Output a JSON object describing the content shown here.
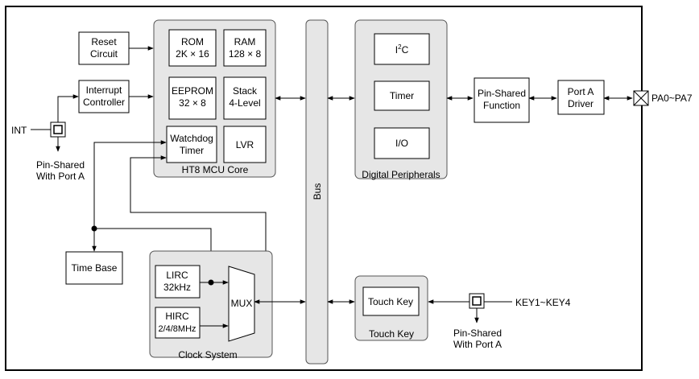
{
  "core": {
    "title": "HT8 MCU Core",
    "rom": [
      "ROM",
      "2K × 16"
    ],
    "ram": [
      "RAM",
      "128 × 8"
    ],
    "eeprom": [
      "EEPROM",
      "32 × 8"
    ],
    "stack": [
      "Stack",
      "4-Level"
    ],
    "watchdog": [
      "Watchdog",
      "Timer"
    ],
    "lvr": "LVR"
  },
  "reset": [
    "Reset",
    "Circuit"
  ],
  "interrupt": [
    "Interrupt",
    "Controller"
  ],
  "int_pin": "INT",
  "int_shared": [
    "Pin-Shared",
    "With Port A"
  ],
  "time_base": "Time Base",
  "clock": {
    "title": "Clock System",
    "lirc": [
      "LIRC",
      "32kHz"
    ],
    "hirc": [
      "HIRC",
      "2/4/8MHz"
    ],
    "mux": "MUX"
  },
  "bus": "Bus",
  "digital": {
    "title": "Digital Peripherals",
    "i2c_main": "I",
    "i2c_sup": "2",
    "i2c_end": "C",
    "timer": "Timer",
    "io": "I/O"
  },
  "pin_shared_function": [
    "Pin-Shared",
    "Function"
  ],
  "port_a_driver": [
    "Port A",
    "Driver"
  ],
  "pa_pins": "PA0~PA7",
  "touch": {
    "title": "Touch Key",
    "inner": "Touch Key"
  },
  "key_pins": "KEY1~KEY4",
  "key_shared": [
    "Pin-Shared",
    "With Port A"
  ]
}
